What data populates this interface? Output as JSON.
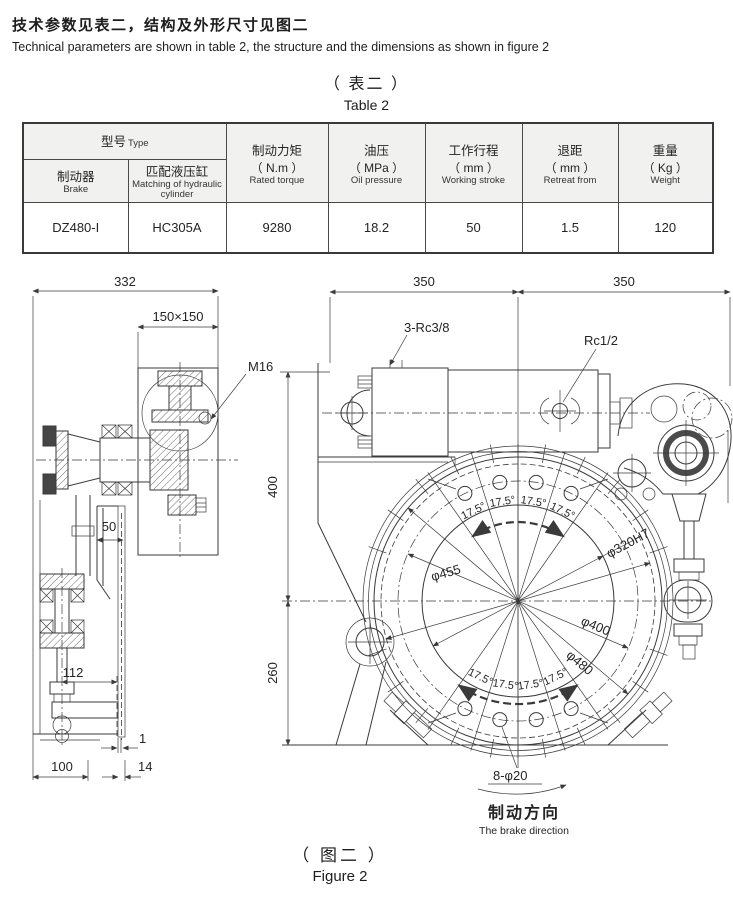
{
  "page": {
    "header_cn": "技术参数见表二，结构及外形尺寸见图二",
    "header_en": "Technical parameters are shown in table 2, the structure and the dimensions as shown in figure 2",
    "table_title_cn": "（ 表二 ）",
    "table_title_en": "Table 2",
    "figure_caption_cn": "（ 图二 ）",
    "figure_caption_en": "Figure 2"
  },
  "table": {
    "model_header": {
      "cn": "型号",
      "en": "Type"
    },
    "sub_columns": [
      {
        "cn": "制动器",
        "en": "Brake"
      },
      {
        "cn": "匹配液压缸",
        "en": "Matching of hydraulic cylinder"
      }
    ],
    "columns": [
      {
        "cn": "制动力矩",
        "unit": "（ N.m ）",
        "en": "Rated torque"
      },
      {
        "cn": "油压",
        "unit": "（ MPa ）",
        "en": "Oil pressure"
      },
      {
        "cn": "工作行程",
        "unit": "（ mm ）",
        "en": "Working stroke"
      },
      {
        "cn": "退距",
        "unit": "（ mm ）",
        "en": "Retreat from"
      },
      {
        "cn": "重量",
        "unit": "（ Kg ）",
        "en": "Weight"
      }
    ],
    "row": {
      "brake": "DZ480-I",
      "cylinder": "HC305A",
      "torque": "9280",
      "pressure": "18.2",
      "stroke": "50",
      "retreat": "1.5",
      "weight": "120"
    }
  },
  "figure": {
    "dims": {
      "d332": "332",
      "d150": "150×150",
      "m16": "M16",
      "d350a": "350",
      "d350b": "350",
      "rc38": "3-Rc3/8",
      "rc12": "Rc1/2",
      "d400v": "400",
      "d260": "260",
      "d50": "50",
      "d112": "112",
      "d1": "1",
      "d100": "100",
      "d14": "14",
      "dia455": "φ455",
      "dia320": "φ320H7",
      "dia400": "φ400",
      "dia480": "φ480",
      "holes": "8-φ20",
      "angle": "17.5°"
    },
    "brake_direction_cn": "制动方向",
    "brake_direction_en": "The brake direction"
  },
  "colors": {
    "line": "#3a3a3a",
    "table_header_bg": "#f1f1ef"
  }
}
